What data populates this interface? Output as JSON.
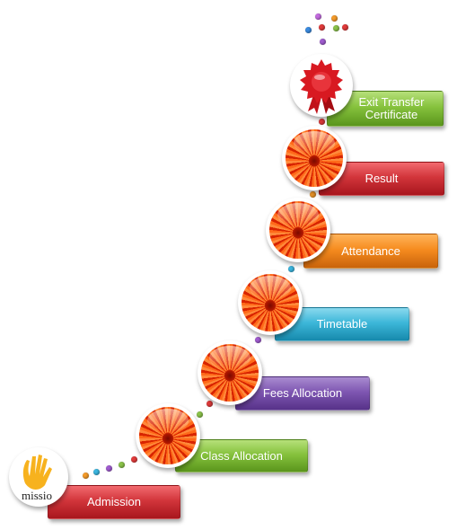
{
  "steps": [
    {
      "label": "Admission"
    },
    {
      "label": "Class Allocation"
    },
    {
      "label": "Fees Allocation"
    },
    {
      "label": "Timetable"
    },
    {
      "label": "Attendance"
    },
    {
      "label": "Result"
    },
    {
      "label": "Exit Transfer Certificate"
    }
  ],
  "logo": {
    "text": "missio"
  },
  "colors": {
    "red": "#c0272d",
    "green": "#7ab648",
    "purple": "#7b54b0",
    "cyan": "#2fb5d6",
    "orange": "#f7891e"
  },
  "icons": [
    "hand-logo-icon",
    "flower-icon",
    "award-ribbon-icon",
    "bead-icon"
  ]
}
